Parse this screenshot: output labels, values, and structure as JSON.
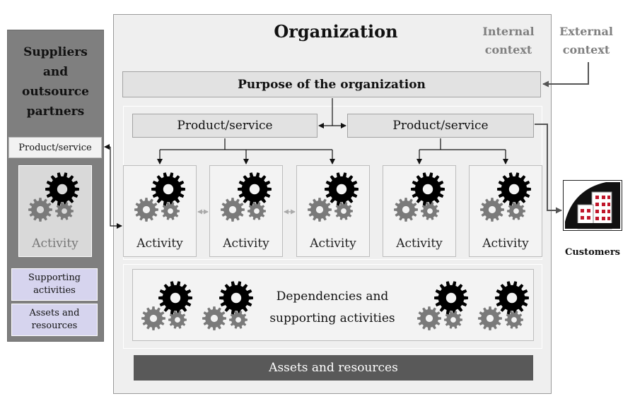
{
  "organization": {
    "title": "Organization",
    "internal_context": [
      "Internal",
      "context"
    ],
    "purpose": "Purpose of the organization",
    "products": [
      "Product/service",
      "Product/service"
    ],
    "activities": [
      "Activity",
      "Activity",
      "Activity",
      "Activity",
      "Activity"
    ],
    "dependencies": [
      "Dependencies and",
      "supporting activities"
    ],
    "assets": "Assets and resources"
  },
  "external_context": [
    "External",
    "context"
  ],
  "suppliers": {
    "title": [
      "Suppliers",
      "and",
      "outsource",
      "partners"
    ],
    "product": "Product/service",
    "activity": "Activity",
    "supporting": [
      "Supporting",
      "activities"
    ],
    "assets": [
      "Assets and",
      "resources"
    ]
  },
  "customers": {
    "label": "Customers"
  },
  "colors": {
    "dark_bar": "#595959",
    "lavender": "#d6d4ee",
    "gear_black": "#000000",
    "gear_grey": "#7a7a7a",
    "building_red": "#c0162a"
  }
}
